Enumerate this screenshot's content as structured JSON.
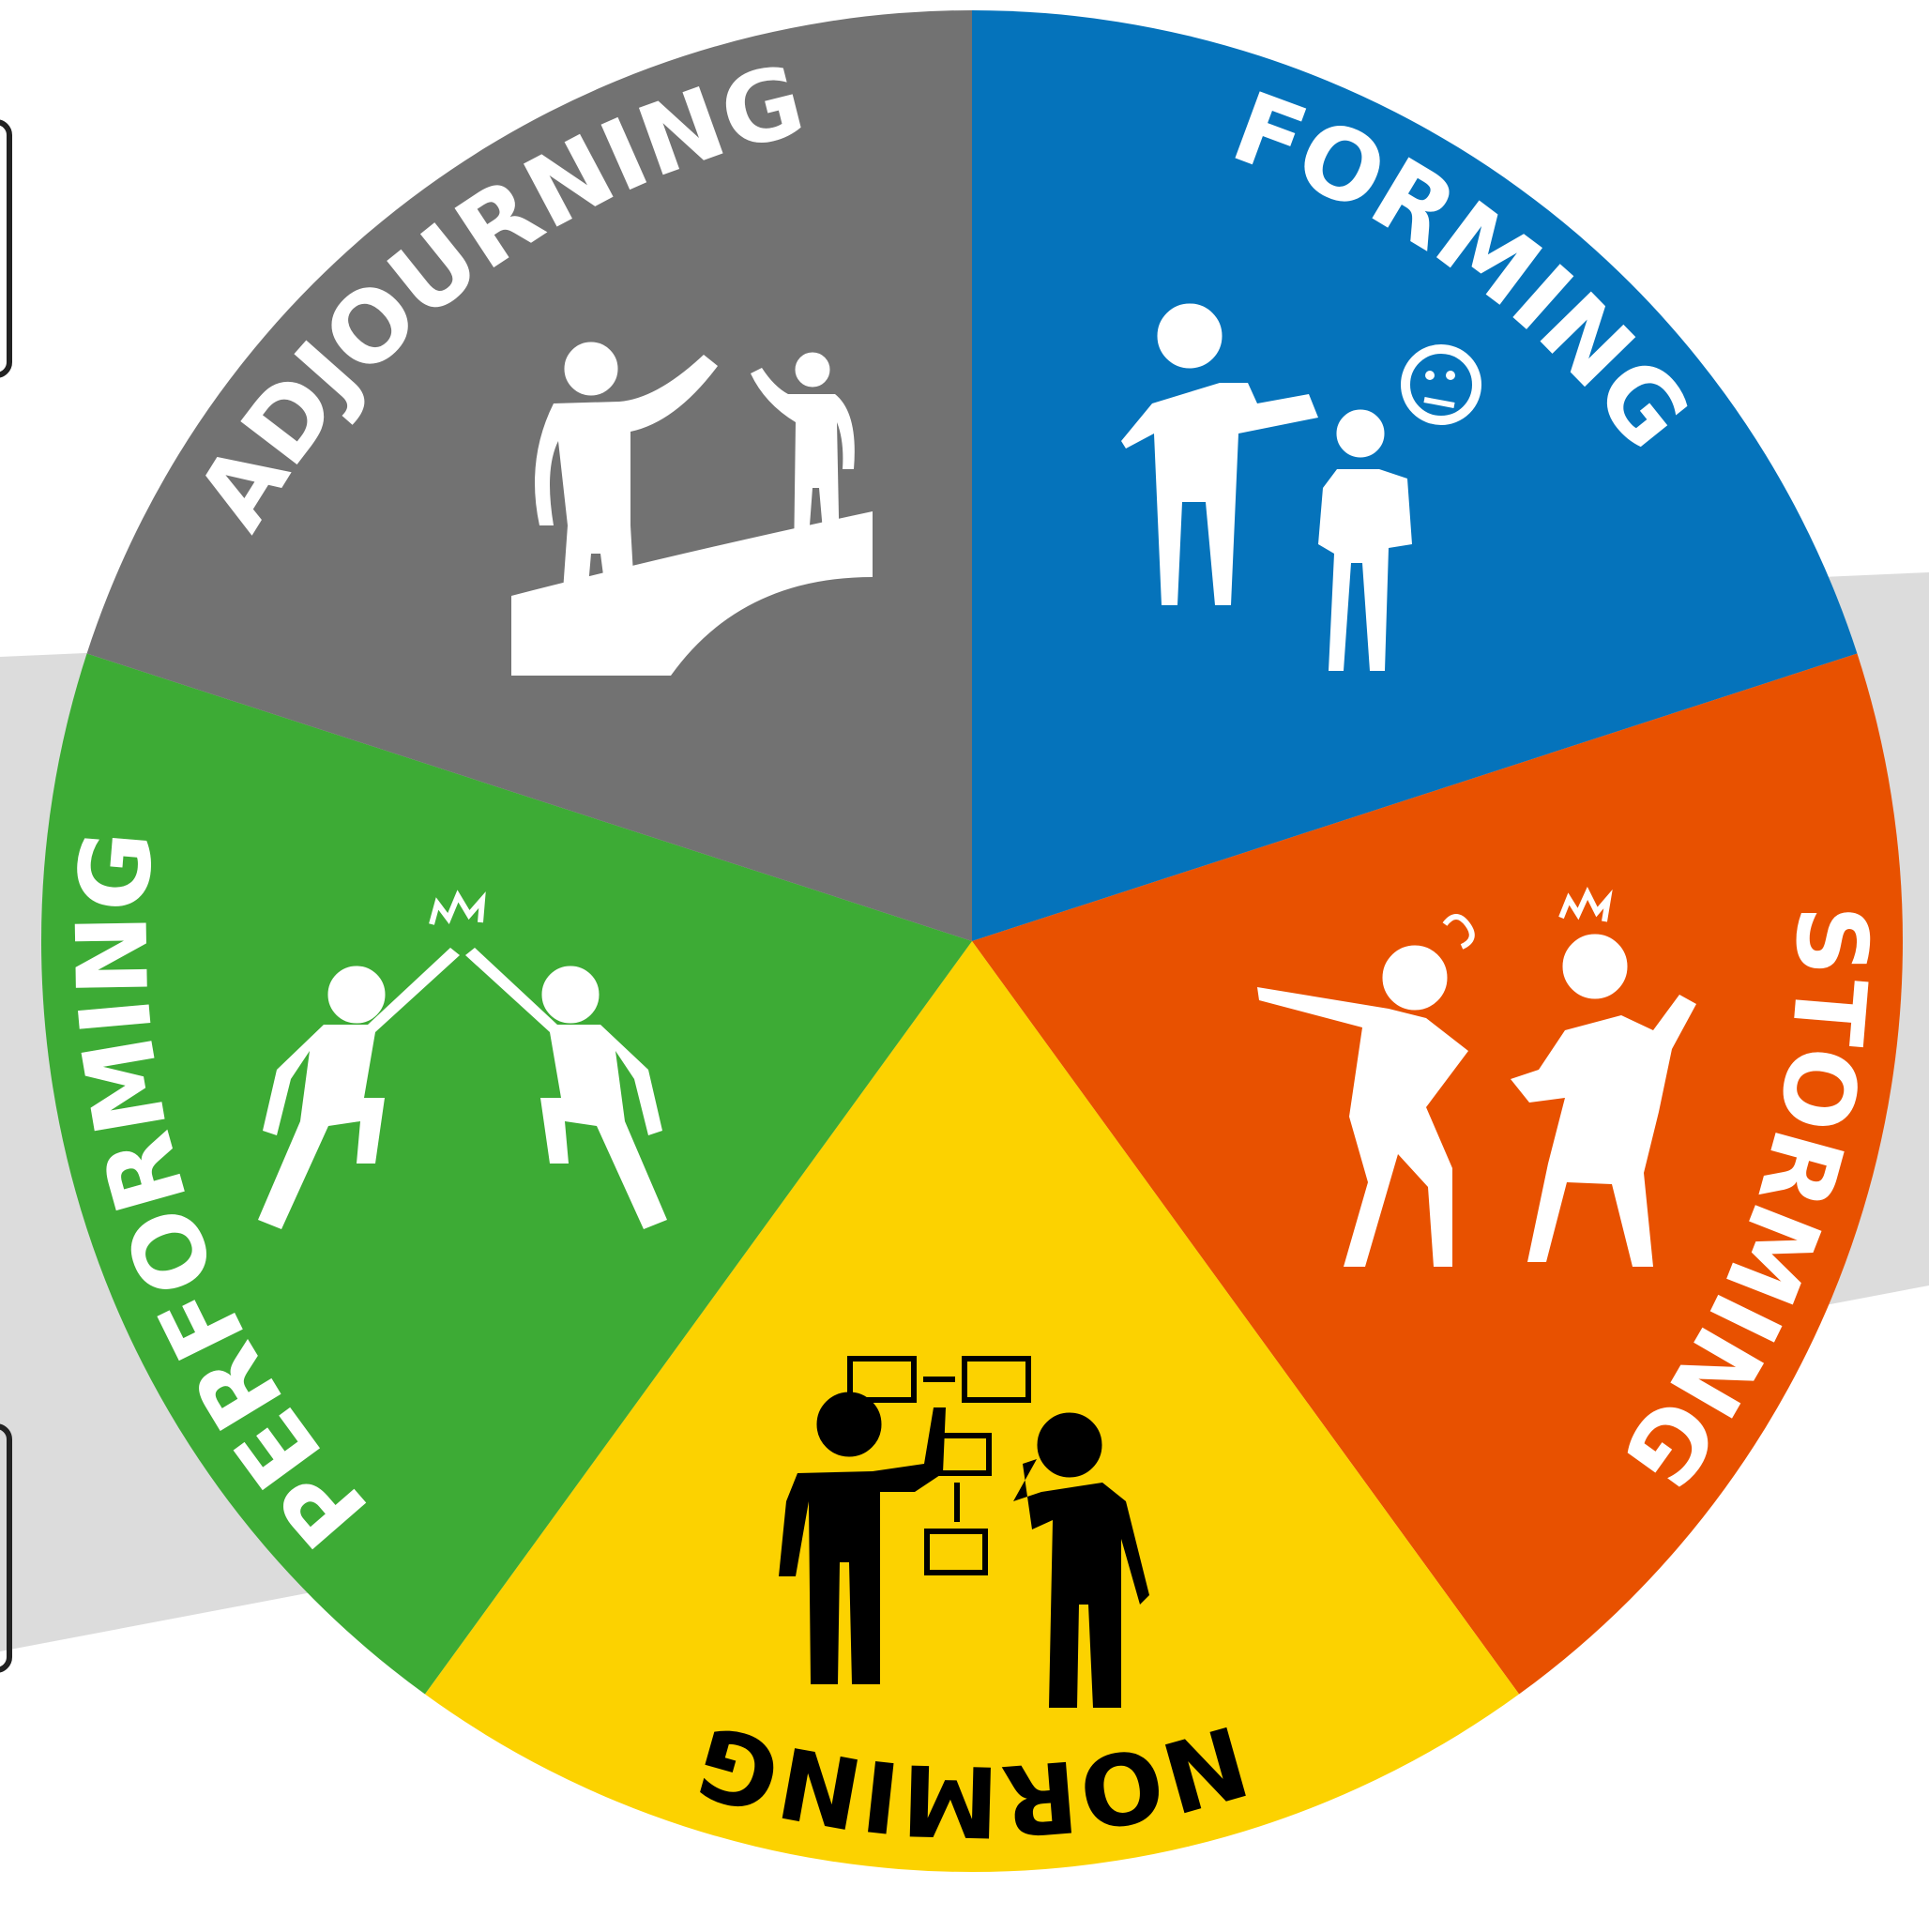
{
  "diagram": {
    "stages": [
      {
        "key": "forming",
        "label": "FORMING",
        "color": "#0573bb",
        "text_color": "#ffffff",
        "icon": "greeting-shy-icon"
      },
      {
        "key": "storming",
        "label": "STORMING",
        "color": "#e85100",
        "text_color": "#ffffff",
        "icon": "arguing-people-icon"
      },
      {
        "key": "norming",
        "label": "NORMING",
        "color": "#fcd200",
        "text_color": "#000000",
        "icon": "planning-people-icon"
      },
      {
        "key": "performing",
        "label": "PERFORMING",
        "color": "#3dab35",
        "text_color": "#ffffff",
        "icon": "high-five-icon"
      },
      {
        "key": "adjourning",
        "label": "ADJOURNING",
        "color": "#727272",
        "text_color": "#ffffff",
        "icon": "waving-goodbye-icon"
      }
    ],
    "backdrop_color": "#dcdcdc"
  }
}
